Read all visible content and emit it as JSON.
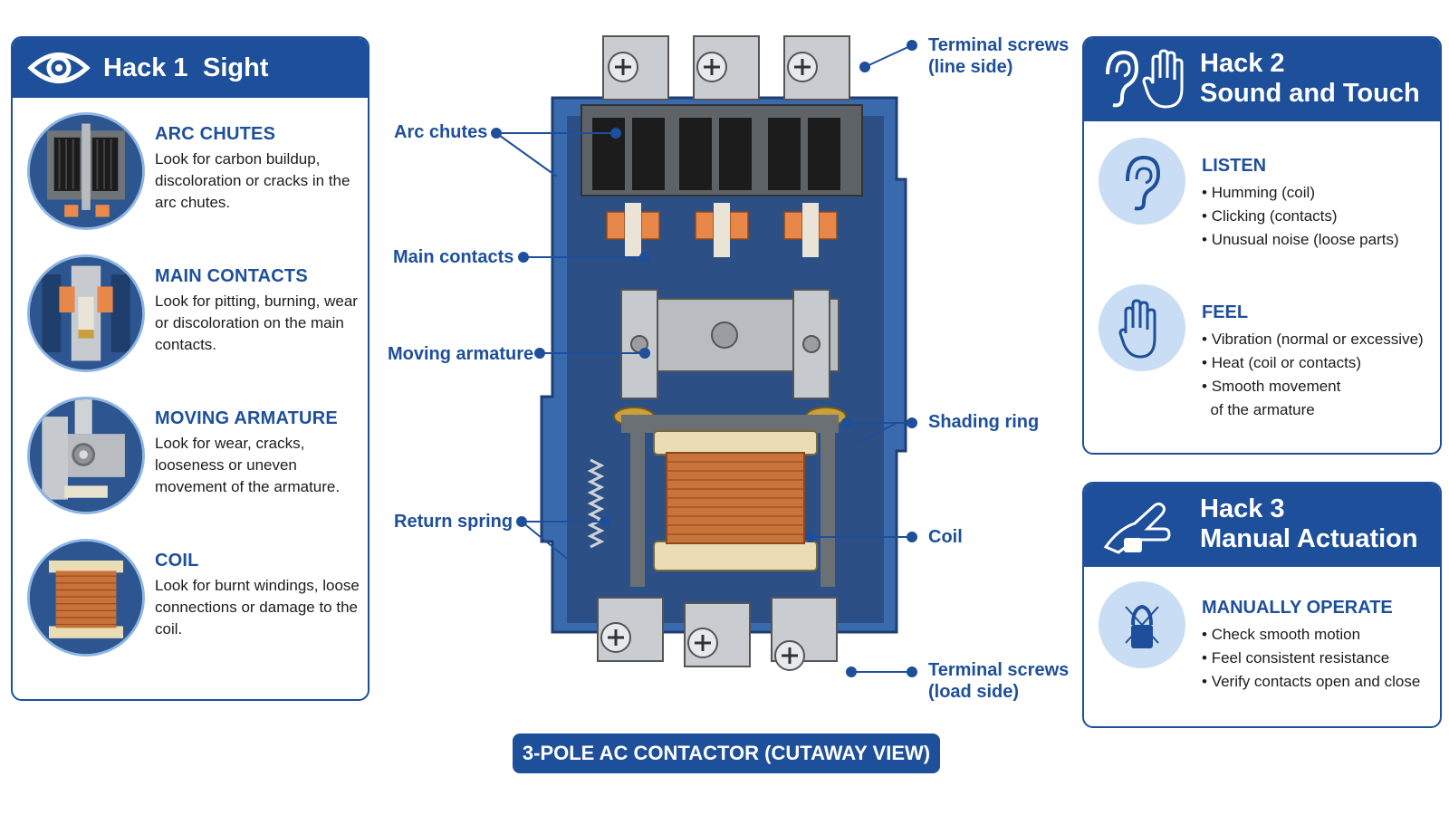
{
  "colors": {
    "primary": "#1e4f9b",
    "light_blue": "#c9def4",
    "copper": "#c8733a",
    "housing": "#3a6aae"
  },
  "hack1": {
    "title_a": "Hack 1",
    "title_b": "Sight",
    "icon": "eye-icon",
    "items": [
      {
        "title": "ARC CHUTES",
        "text": "Look for carbon buildup, discoloration or cracks in the arc chutes."
      },
      {
        "title": "MAIN CONTACTS",
        "text": "Look for pitting, burning, wear or discoloration on the main contacts."
      },
      {
        "title": "MOVING ARMATURE",
        "text": "Look for wear, cracks, looseness or uneven movement of the armature."
      },
      {
        "title": "COIL",
        "text": "Look for burnt windings, loose connections or damage to the coil."
      }
    ]
  },
  "hack2": {
    "title_line1": "Hack 2",
    "title_line2": "Sound and Touch",
    "icons": [
      "ear-icon",
      "hand-icon"
    ],
    "listen": {
      "title": "LISTEN",
      "items": [
        "Humming (coil)",
        "Clicking (contacts)",
        "Unusual noise (loose parts)"
      ]
    },
    "feel": {
      "title": "FEEL",
      "items": [
        "Vibration (normal or excessive)",
        "Heat (coil or contacts)",
        "Smooth movement",
        "of the armature"
      ]
    }
  },
  "hack3": {
    "title_line1": "Hack 3",
    "title_line2": "Manual Actuation",
    "icon": "manual-push-icon",
    "operate": {
      "title": "MANUALLY OPERATE",
      "items": [
        "Check smooth motion",
        "Feel consistent resistance",
        "Verify contacts open and close"
      ]
    }
  },
  "callouts": {
    "arc_chutes": "Arc chutes",
    "main_contacts": "Main contacts",
    "moving_armature": "Moving armature",
    "return_spring": "Return spring",
    "terminal_line_1": "Terminal screws",
    "terminal_line_2": "(line side)",
    "shading_ring": "Shading ring",
    "coil": "Coil",
    "terminal_load_1": "Terminal screws",
    "terminal_load_2": "(load side)"
  },
  "caption": "3-POLE AC CONTACTOR (CUTAWAY VIEW)"
}
